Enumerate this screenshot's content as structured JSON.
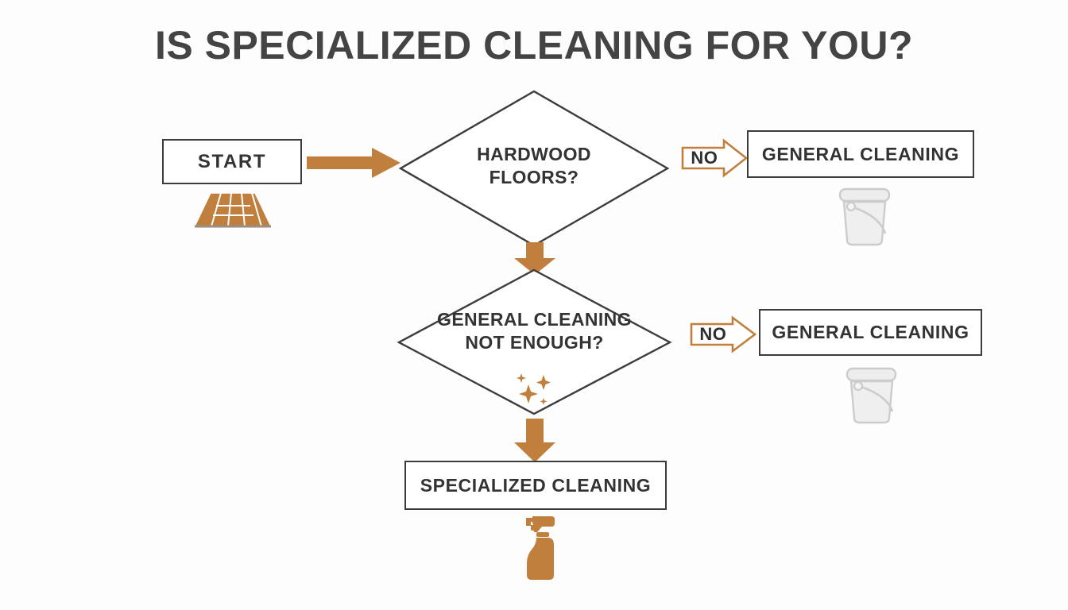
{
  "title": "IS SPECIALIZED CLEANING FOR YOU?",
  "colors": {
    "accent_orange": "#C07F3C",
    "outline_dark": "#3C3C3C",
    "text_dark": "#333333",
    "title_gray": "#444444",
    "icon_gray": "#CCCCCC",
    "background": "#FDFDFD"
  },
  "flowchart": {
    "type": "decision-flowchart",
    "nodes": [
      {
        "id": "start",
        "shape": "rectangle",
        "label": "START"
      },
      {
        "id": "hardwood",
        "shape": "diamond",
        "line1": "HARDWOOD",
        "line2": "FLOORS?"
      },
      {
        "id": "general1",
        "shape": "rectangle",
        "label": "GENERAL CLEANING"
      },
      {
        "id": "notenough",
        "shape": "diamond",
        "line1": "GENERAL CLEANING",
        "line2": "NOT ENOUGH?"
      },
      {
        "id": "general2",
        "shape": "rectangle",
        "label": "GENERAL CLEANING"
      },
      {
        "id": "specialized",
        "shape": "rectangle",
        "label": "SPECIALIZED CLEANING"
      }
    ],
    "edges": [
      {
        "from": "start",
        "to": "hardwood",
        "label": "",
        "direction": "right"
      },
      {
        "from": "hardwood",
        "to": "general1",
        "label": "NO",
        "direction": "right"
      },
      {
        "from": "hardwood",
        "to": "notenough",
        "label": "",
        "direction": "down"
      },
      {
        "from": "notenough",
        "to": "general2",
        "label": "NO",
        "direction": "right"
      },
      {
        "from": "notenough",
        "to": "specialized",
        "label": "",
        "direction": "down"
      }
    ],
    "branch_labels": {
      "no_1": "NO",
      "no_2": "NO"
    },
    "icons": [
      {
        "name": "hardwood-floor-icon",
        "attached_to": "start",
        "color": "#C07F3C"
      },
      {
        "name": "bucket-icon",
        "attached_to": "general1",
        "color": "#CCCCCC"
      },
      {
        "name": "sparkles-icon",
        "attached_to": "notenough",
        "color": "#C07F3C"
      },
      {
        "name": "bucket-icon",
        "attached_to": "general2",
        "color": "#CCCCCC"
      },
      {
        "name": "spray-bottle-icon",
        "attached_to": "specialized",
        "color": "#C07F3C"
      }
    ]
  }
}
